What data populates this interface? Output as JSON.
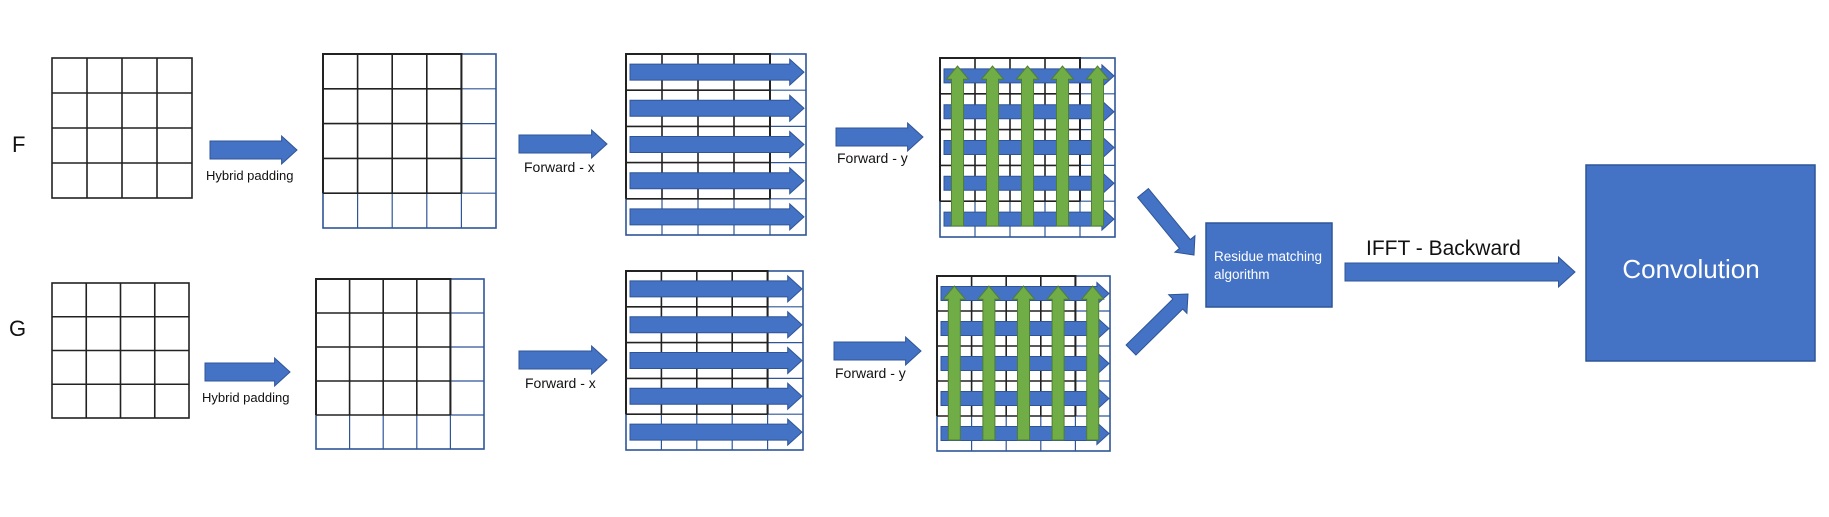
{
  "rows": [
    {
      "label": "F",
      "padding_label": "Hybrid padding",
      "forward_x_label": "Forward - x",
      "forward_y_label": "Forward - y"
    },
    {
      "label": "G",
      "padding_label": "Hybrid padding",
      "forward_x_label": "Forward - x",
      "forward_y_label": "Forward - y"
    }
  ],
  "residue_box": {
    "label_line1": "Residue matching",
    "label_line2": "algorithm"
  },
  "backward_label": "IFFT - Backward",
  "convolution_box": {
    "label": "Convolution"
  },
  "colors": {
    "grid_black": "#222222",
    "grid_blue": "#2f5597",
    "arrow_blue": "#4472c4",
    "arrow_blue_stroke": "#2f5597",
    "arrow_green": "#70ad47",
    "arrow_green_stroke": "#507e32",
    "box_fill": "#4472c4",
    "box_stroke": "#2f5597",
    "box_text": "#ffffff"
  }
}
